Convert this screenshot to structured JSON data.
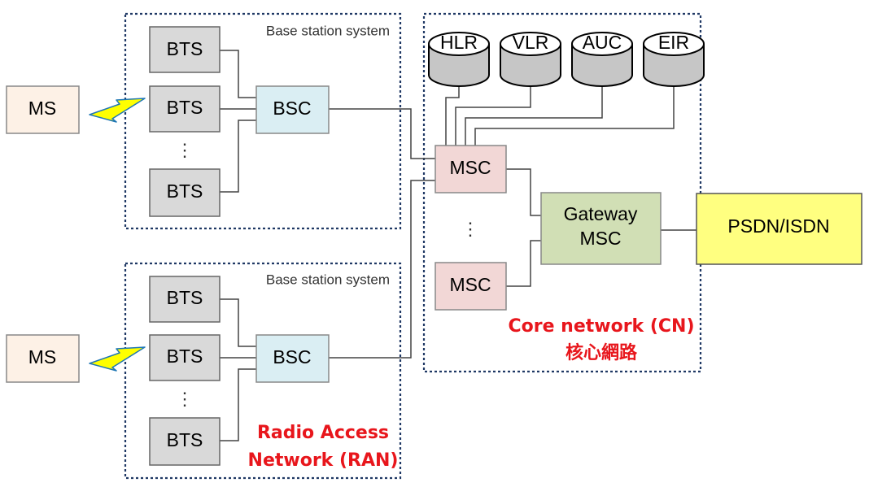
{
  "groups": {
    "bss_top": "Base station system",
    "bss_bottom": "Base station system",
    "core_line1": "Core network (CN)",
    "core_line2": "核心網路",
    "ran_line1": "Radio Access",
    "ran_line2": "Network (RAN)"
  },
  "nodes": {
    "ms_top": "MS",
    "ms_bottom": "MS",
    "bts_top_1": "BTS",
    "bts_top_2": "BTS",
    "bts_top_3": "BTS",
    "bts_bottom_1": "BTS",
    "bts_bottom_2": "BTS",
    "bts_bottom_3": "BTS",
    "ellipsis": "⋮",
    "bsc_top": "BSC",
    "bsc_bottom": "BSC",
    "msc_top": "MSC",
    "msc_bottom": "MSC",
    "gateway_line1": "Gateway",
    "gateway_line2": "MSC",
    "psdn": "PSDN/ISDN",
    "hlr": "HLR",
    "vlr": "VLR",
    "auc": "AUC",
    "eir": "EIR"
  },
  "colors": {
    "ms": "#fdf1e6",
    "bts": "#d9d9d9",
    "bsc": "#daeef3",
    "msc": "#f2d7d6",
    "gateway": "#d1dfb5",
    "psdn": "#ffff80",
    "dashed_border": "#1f3864",
    "db_side": "#c6c6c6",
    "lightning": "#ffff00",
    "lightning_outline": "#1f77b4",
    "red_text": "#e8161c"
  }
}
